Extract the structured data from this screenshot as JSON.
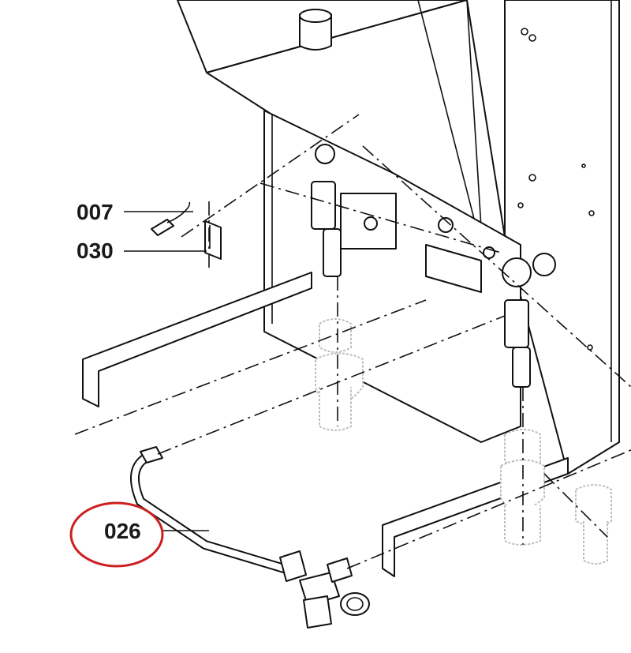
{
  "labels": [
    {
      "id": "007",
      "text": "007"
    },
    {
      "id": "030",
      "text": "030"
    },
    {
      "id": "026",
      "text": "026"
    }
  ],
  "highlight": {
    "target": "026",
    "color": "#cc1f1f"
  },
  "colors": {
    "line": "#111111",
    "ghost": "#bdbdbd",
    "background": "#ffffff"
  }
}
